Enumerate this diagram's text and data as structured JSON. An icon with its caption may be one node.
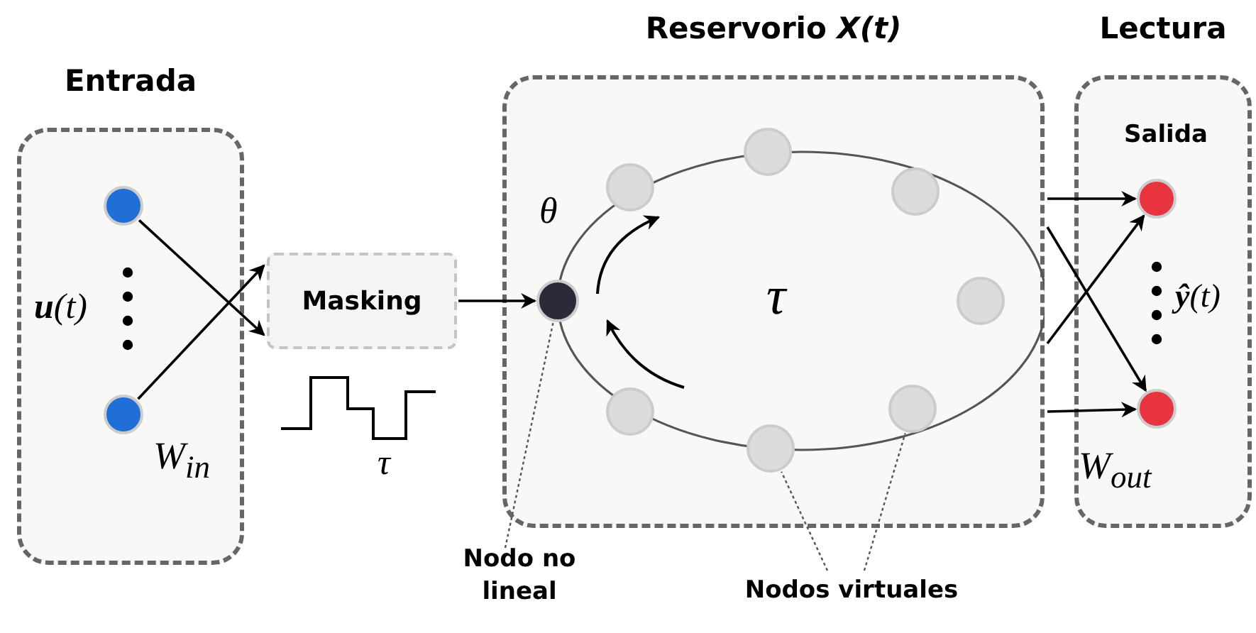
{
  "diagram": {
    "nodes": [
      {
        "text": [
          "Entrada"
        ]
      },
      {
        "text": [],
        "shape": "circle",
        "in": 0
      },
      {
        "text": [],
        "shape": "circle",
        "in": 0
      },
      {
        "text": [
          "Masking"
        ]
      },
      {
        "text": [
          "Reservorio *X(t)*"
        ]
      },
      {
        "text": [],
        "shape": "circle",
        "in": 4
      },
      {
        "text": [],
        "shape": "circle",
        "in": 4
      },
      {
        "text": [],
        "shape": "circle",
        "in": 4
      },
      {
        "text": [],
        "shape": "circle",
        "in": 4
      },
      {
        "text": [],
        "shape": "circle",
        "in": 4
      },
      {
        "text": [],
        "shape": "circle",
        "in": 4
      },
      {
        "text": [],
        "shape": "circle",
        "in": 4
      },
      {
        "text": [],
        "shape": "circle",
        "in": 4
      },
      {
        "text": [
          "Lectura"
        ]
      },
      {
        "text": [],
        "shape": "circle",
        "in": 13
      },
      {
        "text": [],
        "shape": "circle",
        "in": 13
      },
      {
        "text": [
          "Nodo no lineal"
        ]
      },
      {
        "text": [
          "Nodos virtuales"
        ]
      }
    ],
    "edges": [
      {
        "from": 1,
        "to": 3,
        "arrow": "to"
      },
      {
        "from": 2,
        "to": 3,
        "arrow": "to"
      },
      {
        "from": 3,
        "to": 5,
        "arrow": "to"
      },
      {
        "from": 4,
        "to": 14,
        "arrow": "to"
      },
      {
        "from": 4,
        "to": 15,
        "arrow": "to"
      },
      {
        "from": 4,
        "to": 14,
        "arrow": "to"
      },
      {
        "from": 4,
        "to": 15,
        "arrow": "to"
      },
      {
        "from": 16,
        "to": 5,
        "arrow": "none",
        "style": "dashed",
        "color": "#555555"
      },
      {
        "from": 17,
        "to": 9,
        "arrow": "none",
        "style": "dashed",
        "color": "#555555"
      },
      {
        "from": 17,
        "to": 11,
        "arrow": "none",
        "style": "dashed",
        "color": "#555555"
      }
    ],
    "labels": [
      "**u**(t)",
      "W$_{in}$",
      "τ",
      "θ",
      "τ",
      "Salida",
      "**ŷ**(t)",
      "W$_{out}$"
    ]
  }
}
